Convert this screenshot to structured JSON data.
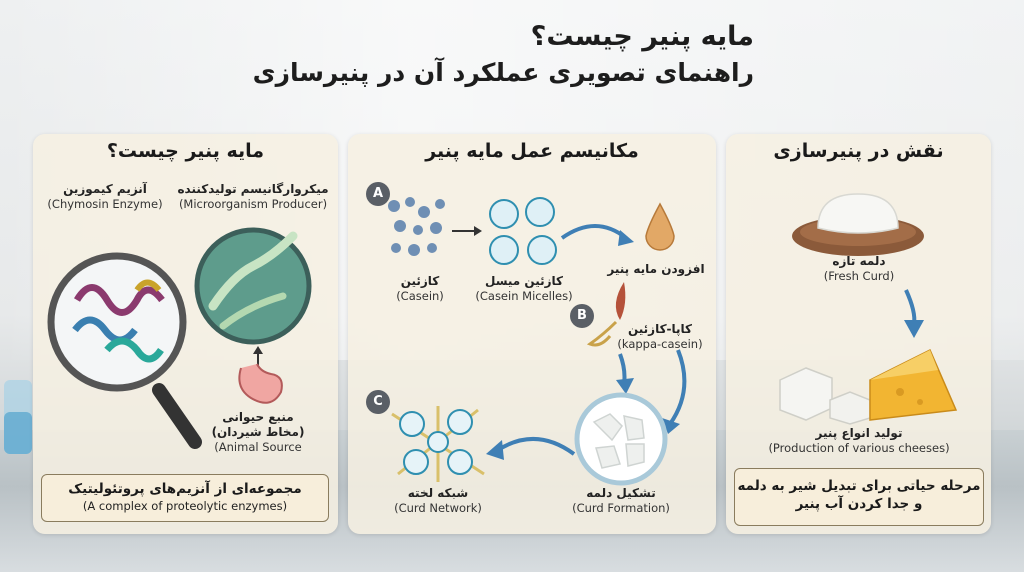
{
  "title": {
    "line1": "مایه پنیر چیست؟",
    "line2": "راهنمای تصویری عملکرد آن در پنیرسازی"
  },
  "left_panel": {
    "title": "مایه پنیر چیست؟",
    "enzyme": {
      "fa": "آنزیم کیموزین",
      "en": "(Chymosin Enzyme)"
    },
    "microorganism": {
      "fa": "میکروارگانیسم تولیدکننده",
      "en": "(Microorganism Producer)"
    },
    "animal_source": {
      "fa1": "منبع حیوانی",
      "fa2": "(مخاط شیردان)",
      "en": "(Animal Source"
    },
    "note": {
      "fa": "مجموعه‌ای از آنزیم‌های پروتئولیتیک",
      "en": "(A complex of proteolytic enzymes)"
    }
  },
  "middle_panel": {
    "title": "مکانیسم عمل مایه پنیر",
    "badges": [
      "A",
      "B",
      "C"
    ],
    "casein": {
      "fa": "کازئین",
      "en": "(Casein)"
    },
    "micelles": {
      "fa": "کازئین میسل",
      "en": "(Casein Micelles)"
    },
    "add_rennet": {
      "fa": "افزودن مایه پنیر"
    },
    "kappa": {
      "fa": "کاپا-کازئین",
      "en": "(kappa-casein)"
    },
    "curd_formation": {
      "fa": "تشکیل دلمه",
      "en": "(Curd Formation)"
    },
    "curd_network": {
      "fa": "شبکه لخته",
      "en": "(Curd Network)"
    }
  },
  "right_panel": {
    "title": "نقش در پنیرسازی",
    "fresh_curd": {
      "fa": "دلمه تازه",
      "en": "(Fresh Curd)"
    },
    "cheeses": {
      "fa": "تولید انواع پنیر",
      "en": "(Production of various cheeses)"
    },
    "note": {
      "fa1": "مرحله حیاتی برای تبدیل شیر به دلمه",
      "fa2": "و جدا کردن آب پنیر"
    }
  },
  "colors": {
    "panel": "#f6f0e2",
    "accent_arrow": "#3f7fb5",
    "badge": "#5a5f66",
    "micelle": "#2f8fb0"
  }
}
